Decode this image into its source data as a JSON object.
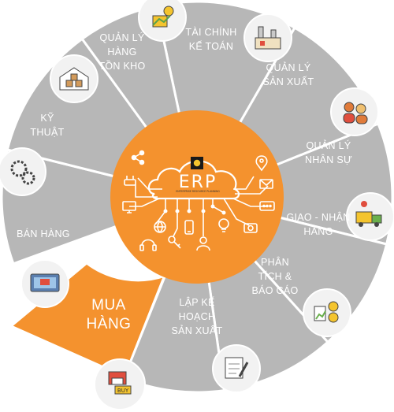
{
  "colors": {
    "segment": "#b7b7b7",
    "highlight": "#f4922e",
    "divider": "#ffffff",
    "hub": "#f4922e",
    "icon_bubble": "#f2f2f2"
  },
  "hub": {
    "logo_text": "ERP",
    "logo_subtitle": "ENTERPRISE RESOURCE PLANNING",
    "icons": [
      "share-icon",
      "router-icon",
      "monitor-icon",
      "location-pin-icon",
      "mail-icon",
      "chat-icon",
      "globe-icon",
      "phone-icon",
      "bulb-icon",
      "headset-icon",
      "key-icon",
      "user-icon",
      "camera-icon"
    ]
  },
  "modules": [
    {
      "id": "tai-chinh",
      "lines": [
        "TÀI CHÍNH",
        "KẾ TOÁN"
      ],
      "icon": "finance-icon"
    },
    {
      "id": "san-xuat",
      "lines": [
        "QUẢN LÝ",
        "SẢN XUẤT"
      ],
      "icon": "factory-icon"
    },
    {
      "id": "nhan-su",
      "lines": [
        "QUẢN LÝ",
        "NHÂN SỰ"
      ],
      "icon": "people-icon"
    },
    {
      "id": "giao-nhan",
      "lines": [
        "GIAO - NHẬN",
        "HÀNG"
      ],
      "icon": "delivery-truck-icon"
    },
    {
      "id": "phan-tich",
      "lines": [
        "PHÂN",
        "TÍCH &",
        "BÁO CÁO"
      ],
      "icon": "report-chart-icon"
    },
    {
      "id": "lap-ke-hoach",
      "lines": [
        "LẬP KẾ",
        "HOẠCH",
        "SẢN XUẤT"
      ],
      "icon": "planning-icon"
    },
    {
      "id": "mua-hang",
      "lines": [
        "MUA",
        "HÀNG"
      ],
      "icon": "buy-store-icon",
      "highlight": true
    },
    {
      "id": "ban-hang",
      "lines": [
        "BÁN HÀNG"
      ],
      "icon": "online-shop-icon"
    },
    {
      "id": "ky-thuat",
      "lines": [
        "KỸ",
        "THUẬT"
      ],
      "icon": "gears-icon"
    },
    {
      "id": "ton-kho",
      "lines": [
        "QUẢN LÝ",
        "HÀNG",
        "TỒN KHO"
      ],
      "icon": "warehouse-icon"
    }
  ]
}
